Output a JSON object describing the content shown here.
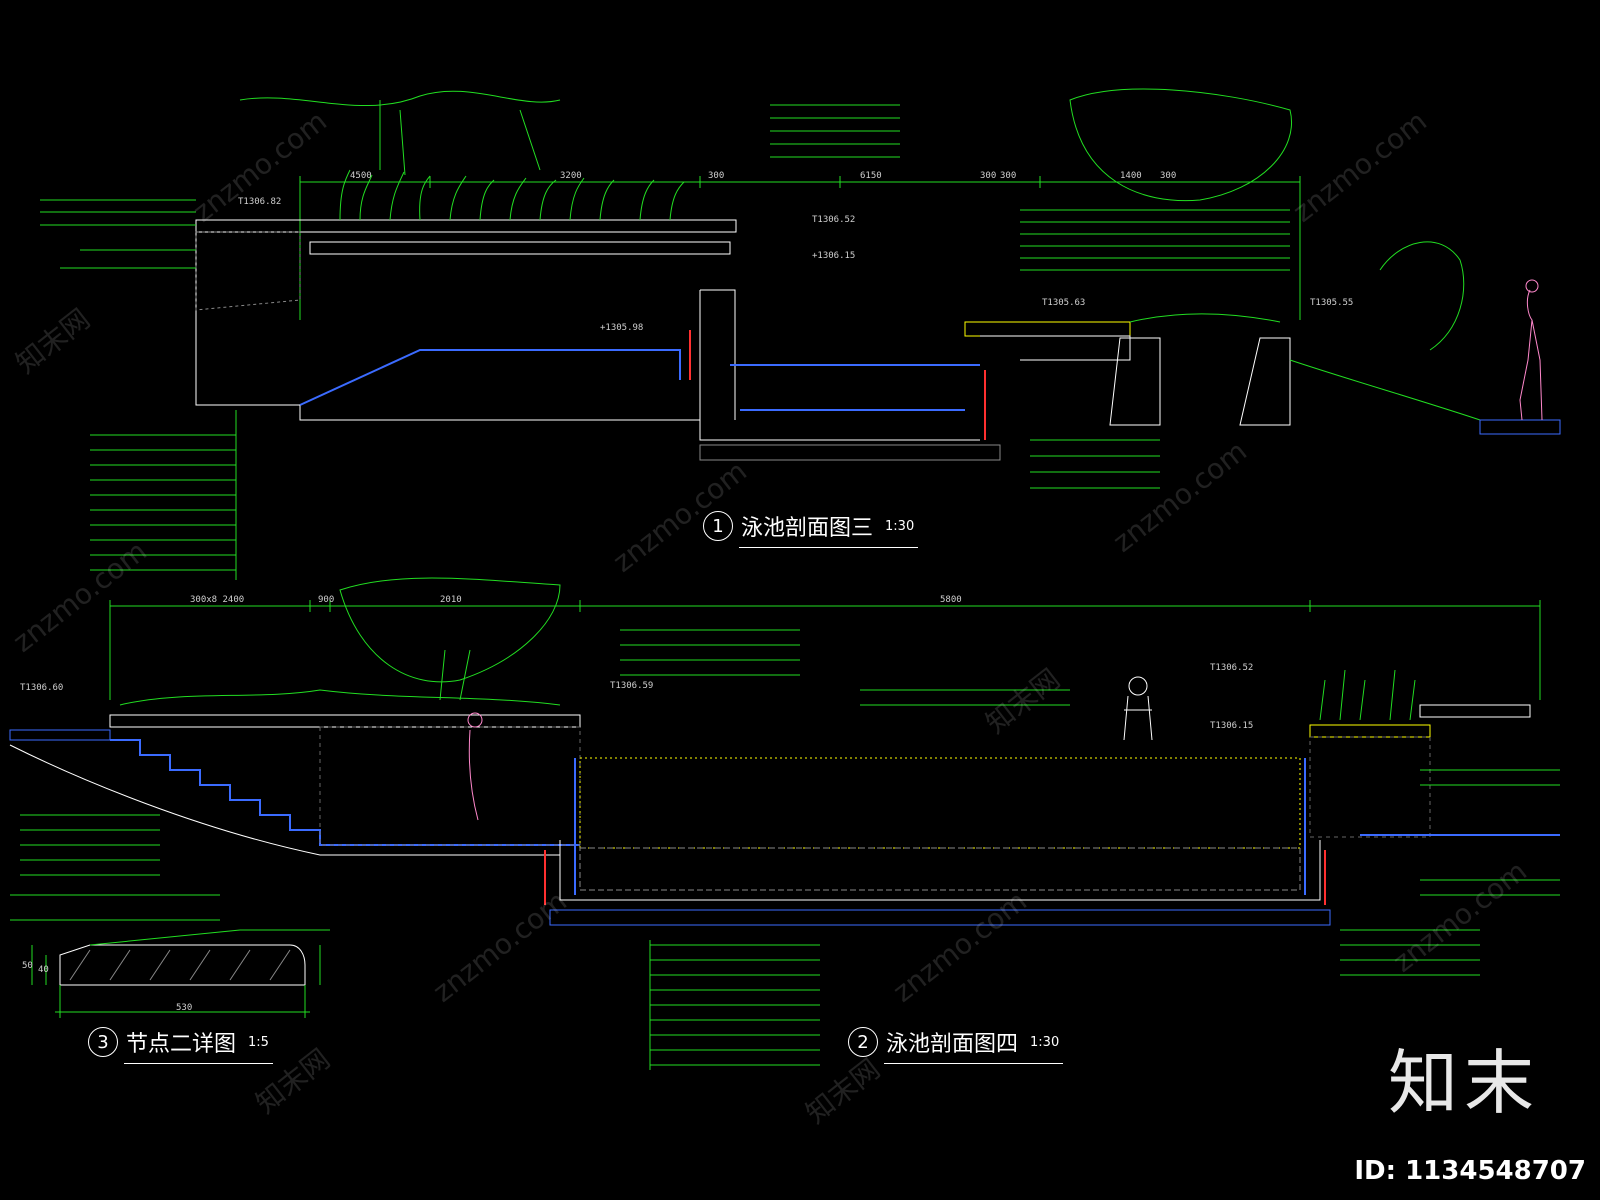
{
  "titles": {
    "section3": {
      "num": "1",
      "name": "泳池剖面图三",
      "scale": "1:30"
    },
    "section4": {
      "num": "2",
      "name": "泳池剖面图四",
      "scale": "1:30"
    },
    "detail2": {
      "num": "3",
      "name": "节点二详图",
      "scale": "1:5"
    }
  },
  "watermark": {
    "text": "znzmo.com",
    "brand_cn": "知末网"
  },
  "logo": {
    "text": "知末"
  },
  "id_label": "ID: 1134548707",
  "colors": {
    "background": "#000000",
    "line_green": "#22dd22",
    "line_white": "#ffffff",
    "line_blue": "#3b6bff",
    "line_red": "#ff3030",
    "line_yellow": "#ffff00"
  },
  "dimensions": {
    "top_1": [
      "4500",
      "3200",
      "300",
      "6150",
      "300",
      "300",
      "1400",
      "300"
    ],
    "bottom_1": [
      "300x8 2400",
      "900",
      "2010",
      "5800"
    ],
    "elevations_top": [
      "T1306.82",
      "T1306.52",
      "+1306.15",
      "+1305.98",
      "T1305.63",
      "T1305.55"
    ],
    "elevations_bottom": [
      "T1306.60",
      "T1306.59",
      "T1306.52",
      "T1306.15"
    ],
    "detail_dims": [
      "530",
      "50",
      "40"
    ]
  }
}
